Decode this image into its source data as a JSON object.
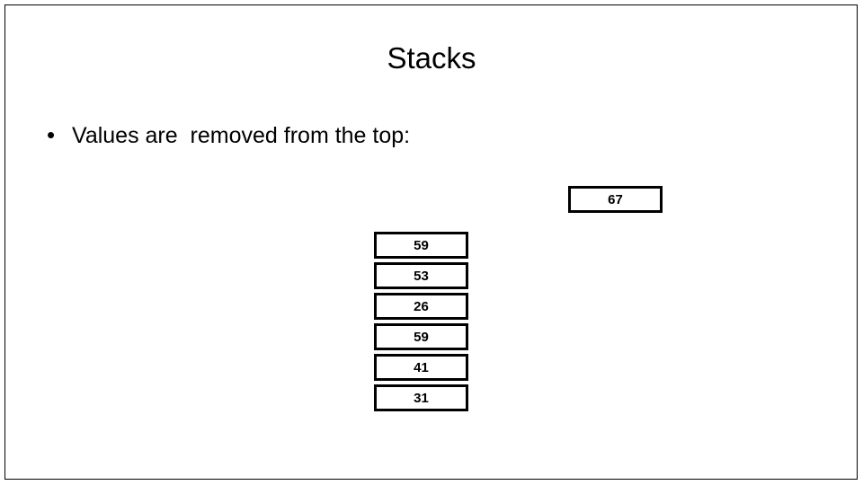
{
  "slide": {
    "title": "Stacks",
    "background_color": "#ffffff",
    "border_color": "#000000",
    "text_color": "#000000"
  },
  "bullets": [
    {
      "marker": "•",
      "text": "Values are  removed from the top:"
    }
  ],
  "popped": {
    "label": "67"
  },
  "stack": {
    "cells": [
      {
        "value": "59"
      },
      {
        "value": "53"
      },
      {
        "value": "26"
      },
      {
        "value": "59"
      },
      {
        "value": "41"
      },
      {
        "value": "31"
      }
    ]
  }
}
